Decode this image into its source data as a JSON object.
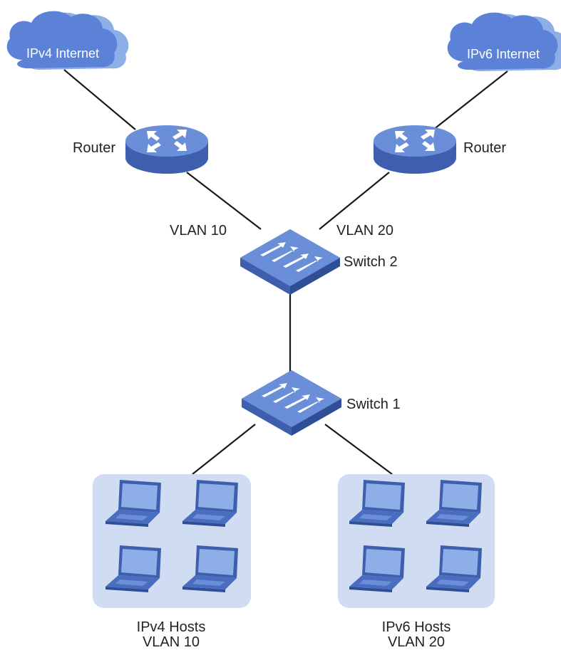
{
  "colors": {
    "line": "#1a1a1a",
    "device_top": "#6a8fd8",
    "device_side": "#3d5fae",
    "device_side_dark": "#2f4e96",
    "cloud": "#5b82d6",
    "cloud_back": "#8eaee8",
    "host_group_bg": "#cfdcf2",
    "laptop_screen": "#8eaee8",
    "laptop_body": "#4a6dc0"
  },
  "clouds": {
    "ipv4": {
      "label": "IPv4 Internet",
      "icon": "cloud-icon"
    },
    "ipv6": {
      "label": "IPv6 Internet",
      "icon": "cloud-icon"
    }
  },
  "routers": {
    "left": {
      "label": "Router",
      "icon": "router-icon"
    },
    "right": {
      "label": "Router",
      "icon": "router-icon"
    }
  },
  "switches": {
    "switch2": {
      "label": "Switch 2",
      "icon": "switch-icon"
    },
    "switch1": {
      "label": "Switch 1",
      "icon": "switch-icon"
    }
  },
  "links": {
    "vlan_left": "VLAN 10",
    "vlan_right": "VLAN 20"
  },
  "host_groups": {
    "ipv4": {
      "title": "IPv4 Hosts",
      "vlan": "VLAN 10",
      "icon": "laptop-icon"
    },
    "ipv6": {
      "title": "IPv6 Hosts",
      "vlan": "VLAN 20",
      "icon": "laptop-icon"
    }
  }
}
